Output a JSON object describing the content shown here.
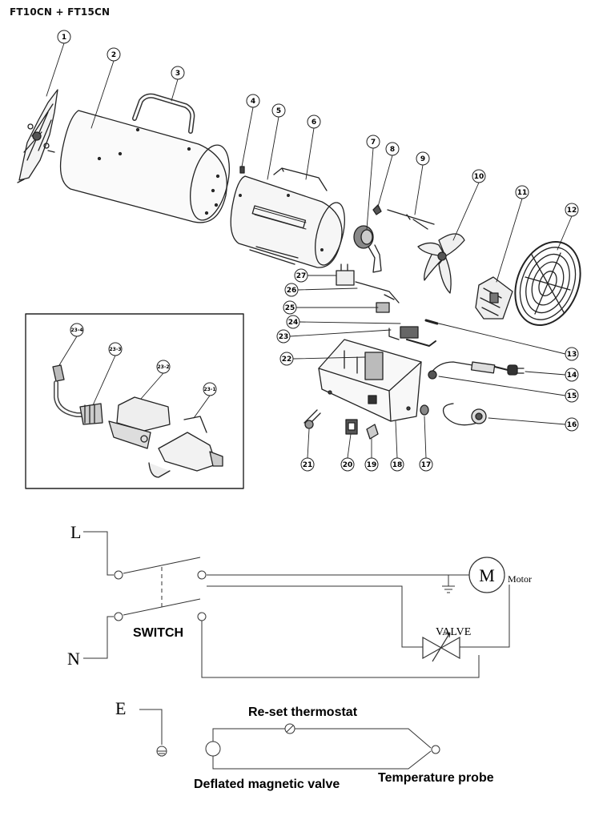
{
  "title": "FT10CN + FT15CN",
  "exploded_view": {
    "callouts": [
      "1",
      "2",
      "3",
      "4",
      "5",
      "6",
      "7",
      "8",
      "9",
      "10",
      "11",
      "12",
      "13",
      "14",
      "15",
      "16",
      "17",
      "18",
      "19",
      "20",
      "21",
      "22",
      "23",
      "24",
      "25",
      "26",
      "27"
    ],
    "inset_callouts": [
      "23-4",
      "23-3",
      "23-2",
      "23-1"
    ]
  },
  "wiring": {
    "line_label": "L",
    "neutral_label": "N",
    "earth_label": "E",
    "switch_label": "SWITCH",
    "motor_symbol": "M",
    "motor_label": "Motor",
    "valve_label": "VALVE"
  },
  "safety_circuit": {
    "reset_thermostat": "Re-set thermostat",
    "magnetic_valve": "Deflated magnetic valve",
    "temperature_probe": "Temperature probe"
  }
}
